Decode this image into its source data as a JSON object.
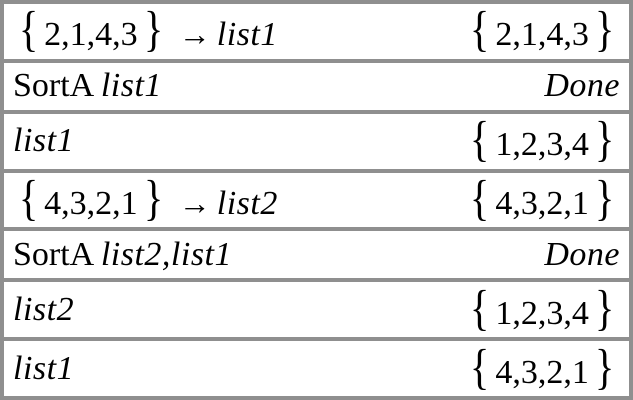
{
  "colors": {
    "grid_line": "#8f8f8f",
    "text": "#000000",
    "background": "#ffffff"
  },
  "rows": [
    {
      "left": [
        {
          "t": "{",
          "k": "brace"
        },
        {
          "t": "2,1,4,3",
          "k": "plain"
        },
        {
          "t": "}",
          "k": "brace"
        },
        {
          "t": "→",
          "k": "arrow"
        },
        {
          "t": "list1",
          "k": "var"
        }
      ],
      "right": [
        {
          "t": "{",
          "k": "brace"
        },
        {
          "t": "2,1,4,3",
          "k": "plain"
        },
        {
          "t": "}",
          "k": "brace"
        }
      ]
    },
    {
      "left": [
        {
          "t": "SortA ",
          "k": "plain"
        },
        {
          "t": "list1",
          "k": "var"
        }
      ],
      "right": [
        {
          "t": "Done",
          "k": "var"
        }
      ]
    },
    {
      "left": [
        {
          "t": "list1",
          "k": "var"
        }
      ],
      "right": [
        {
          "t": "{",
          "k": "brace"
        },
        {
          "t": "1,2,3,4",
          "k": "plain"
        },
        {
          "t": "}",
          "k": "brace"
        }
      ]
    },
    {
      "left": [
        {
          "t": "{",
          "k": "brace"
        },
        {
          "t": "4,3,2,1",
          "k": "plain"
        },
        {
          "t": "}",
          "k": "brace"
        },
        {
          "t": "→",
          "k": "arrow"
        },
        {
          "t": "list2",
          "k": "var"
        }
      ],
      "right": [
        {
          "t": "{",
          "k": "brace"
        },
        {
          "t": "4,3,2,1",
          "k": "plain"
        },
        {
          "t": "}",
          "k": "brace"
        }
      ]
    },
    {
      "left": [
        {
          "t": "SortA ",
          "k": "plain"
        },
        {
          "t": "list2,list1",
          "k": "var"
        }
      ],
      "right": [
        {
          "t": "Done",
          "k": "var"
        }
      ]
    },
    {
      "left": [
        {
          "t": "list2",
          "k": "var"
        }
      ],
      "right": [
        {
          "t": "{",
          "k": "brace"
        },
        {
          "t": "1,2,3,4",
          "k": "plain"
        },
        {
          "t": "}",
          "k": "brace"
        }
      ]
    },
    {
      "left": [
        {
          "t": "list1",
          "k": "var"
        }
      ],
      "right": [
        {
          "t": "{",
          "k": "brace"
        },
        {
          "t": "4,3,2,1",
          "k": "plain"
        },
        {
          "t": "}",
          "k": "brace"
        }
      ]
    }
  ]
}
